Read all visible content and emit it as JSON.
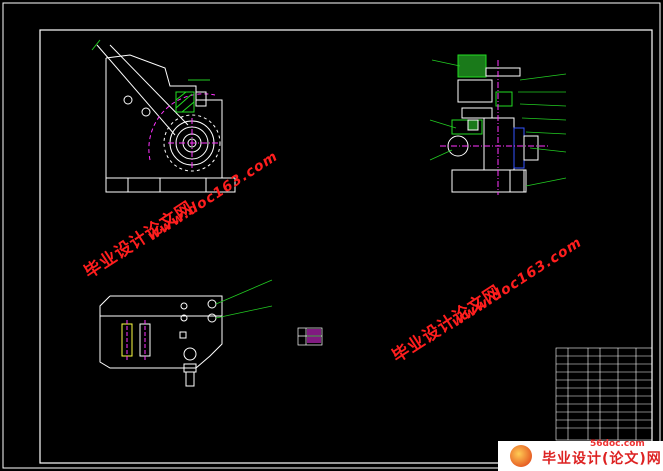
{
  "watermark": {
    "site_cn": "毕业设计论文网",
    "site_url": "www.doc163.com"
  },
  "logo": {
    "text": "毕业设计(论文)网",
    "subtext": "56doc.com"
  },
  "colors": {
    "background": "#000000",
    "outline": "#ffffff",
    "leader": "#22cc22",
    "hatch": "#22dd22",
    "blue": "#3355ff",
    "magenta": "#ff33ff",
    "yellow": "#ffff44",
    "watermark": "#ff1e1e"
  }
}
